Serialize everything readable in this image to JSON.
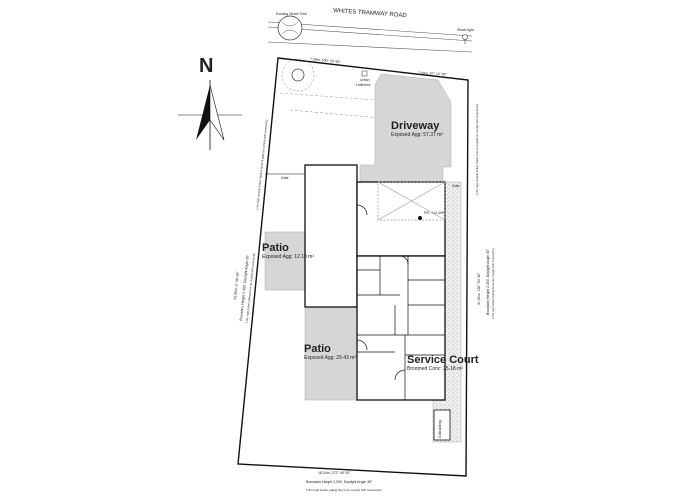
{
  "road": {
    "name": "WHITES TRAMWAY ROAD",
    "tree_label": "Existing Street Tree",
    "light_label": "Street light"
  },
  "north": {
    "label": "N"
  },
  "boundaries": {
    "top_left": "7.69m, 100° 33' 00\"",
    "top_right": "7.69m, 97° 13' 00\"",
    "left_dim": "33.06m, 6° 08' 00\"",
    "left_height": "Boundary Height 2,300, Daylight Angle 50°",
    "left_fence": "1.8m high timber paling fence (to comply with covenants)",
    "left_gate_fence": "1.8m high vertical timber battens fence & gate (to comply with covenants)",
    "right_dim": "31.60m, 180° 54' 40\"",
    "right_height": "Boundary Height 2,300, Daylight Angle 50°",
    "right_fence": "1.8m high timber paling fence (to comply with covenants)",
    "right_gate_fence": "1.8m high vertical timber battens fence & gate (to comply with covenants)",
    "bottom_dim": "18.24m, 272° 49' 00\"",
    "bottom_height": "Boundary Height 2,300, Daylight Angle 35°",
    "bottom_fence": "1.8m high timber paling fence (to comply with covenants)"
  },
  "letterbox": {
    "label1": "Urban",
    "label2": "Letterbox"
  },
  "areas": {
    "driveway": {
      "title": "Driveway",
      "sub": "Exposed Agg: 57.37 m²"
    },
    "patio1": {
      "title": "Patio",
      "sub": "Exposed Agg: 12.10 m²"
    },
    "patio2": {
      "title": "Patio",
      "sub": "Exposed Agg: 29.43 m²"
    },
    "service": {
      "title": "Service Court",
      "sub": "Broomed Conc: 25.18 m²"
    }
  },
  "ffl": "FFL +12,495",
  "gate_left": "Gate",
  "gate_right": "Gate",
  "outbuilding": "Outbuilding",
  "colors": {
    "paving": "#d6d6d6",
    "wall": "#111111",
    "service": "#e4e4e4"
  }
}
